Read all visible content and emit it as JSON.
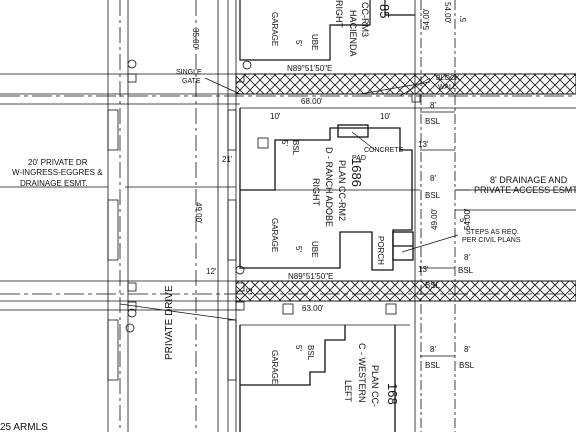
{
  "labels": {
    "lot_top": "85",
    "plan_top_1": "CC-RM3",
    "plan_top_2": "HACIENDA",
    "plan_top_3": "RIGHT",
    "garage_top": "GARAGE",
    "dim_35": "35.00'",
    "dim_54_top": "54.00'",
    "dim_5_top": "5'",
    "ube_top": "UBE",
    "single_gate_1": "SINGLE",
    "single_gate_2": "GATE",
    "bearing_top": "N89°51'50\"E",
    "block_wall_1": "BLOCK",
    "block_wall_2": "WALL",
    "dim_68": "68.00'",
    "dim_8_a": "8'",
    "bsl_a": "BSL",
    "dim_10_left": "10'",
    "dim_10_right": "10'",
    "dim_5_bsl": "5'",
    "bsl_mid": "BSL",
    "concrete_1": "CONCRETE",
    "concrete_2": "PAD",
    "dim_13_a": "13'",
    "private_dr_1": "20' PRIVATE DR",
    "private_dr_2": "W-INGRESS-EGGRES &",
    "private_dr_3": "DRAINAGE ESMT.",
    "dim_21": "21'",
    "lot_main": "1686",
    "plan_main_1": "PLAN CC-RM2",
    "plan_main_2": "D - RANCH ADOBE",
    "plan_main_3": "RIGHT",
    "dim_8_b": "8'",
    "drainage_1": "8' DRAINAGE AND",
    "drainage_2": "PRIVATE ACCESS ESMT",
    "bsl_b": "BSL",
    "dim_49_left": "49.00'",
    "dim_49_right": "49.00'",
    "dim_54_mid": "54.00'",
    "garage_mid": "GARAGE",
    "dim_5_mid": "5'",
    "ube_mid": "UBE",
    "porch": "PORCH",
    "steps_1": "STEPS AS REQ.",
    "steps_2": "PER CIVIL PLANS",
    "dim_8_c": "8'",
    "bsl_c": "BSL",
    "dim_12": "12'",
    "bearing_mid": "N89°51'50\"E",
    "dim_13_b": "13'",
    "bsl_d": "BSL",
    "private_drive": "PRIVATE DRIVE",
    "dim_5_low": "5'",
    "dim_63": "63.00'",
    "garage_low": "GARAGE",
    "dim_5_low2": "5'",
    "bsl_low": "BSL",
    "plan_low_1": "PLAN CC-",
    "plan_low_2": "C - WESTERN",
    "plan_low_3": "LEFT",
    "lot_low": "168",
    "dim_8_d": "8'",
    "dim_8_e": "8'",
    "bsl_e": "BSL",
    "bsl_f": "BSL",
    "footer": "25 ARMLS"
  }
}
